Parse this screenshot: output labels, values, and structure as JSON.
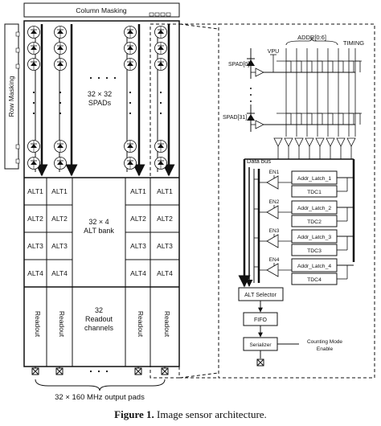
{
  "left": {
    "column_masking": "Column Masking",
    "row_masking": "Row Masking",
    "spad_array_line1": "32 × 32",
    "spad_array_line2": "SPADs",
    "alt_labels": [
      "ALT1",
      "ALT2",
      "ALT3",
      "ALT4"
    ],
    "alt_bank_line1": "32 × 4",
    "alt_bank_line2": "ALT bank",
    "readout_label": "Readout",
    "readout_channels": [
      "32",
      "Readout",
      "channels"
    ],
    "output_pads": "32 × 160 MHz output pads"
  },
  "right": {
    "addr_bus": "ADDR[0:6]",
    "timing": "TIMING",
    "vpu": "VPU",
    "spad_first": "SPAD[0]",
    "spad_last": "SPAD[31]",
    "data_bus": "Data bus",
    "enables": [
      "EN1",
      "EN2",
      "EN3",
      "EN4"
    ],
    "addr_latches": [
      "Addr_Latch_1",
      "Addr_Latch_2",
      "Addr_Latch_3",
      "Addr_Latch_4"
    ],
    "tdcs": [
      "TDC1",
      "TDC2",
      "TDC3",
      "TDC4"
    ],
    "alt_selector": "ALT Selector",
    "fifo": "FIFO",
    "serializer": "Serializer",
    "counting_mode_line1": "Counting Mode",
    "counting_mode_line2": "Enable"
  },
  "caption": {
    "label": "Figure 1.",
    "text": "Image sensor architecture."
  }
}
